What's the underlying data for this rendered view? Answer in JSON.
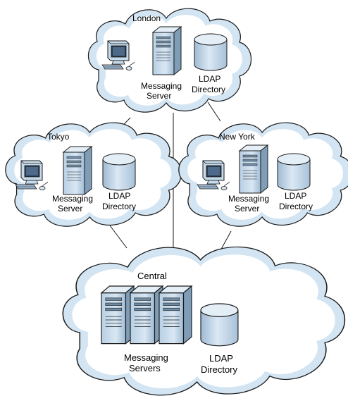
{
  "sites": {
    "london": {
      "name": "London",
      "server_label_1": "Messaging",
      "server_label_2": "Server",
      "ldap_label_1": "LDAP",
      "ldap_label_2": "Directory"
    },
    "tokyo": {
      "name": "Tokyo",
      "server_label_1": "Messaging",
      "server_label_2": "Server",
      "ldap_label_1": "LDAP",
      "ldap_label_2": "Directory"
    },
    "newyork": {
      "name": "New York",
      "server_label_1": "Messaging",
      "server_label_2": "Server",
      "ldap_label_1": "LDAP",
      "ldap_label_2": "Directory"
    },
    "central": {
      "name": "Central",
      "server_label_1": "Messaging",
      "server_label_2": "Servers",
      "ldap_label_1": "LDAP",
      "ldap_label_2": "Directory"
    }
  },
  "colors": {
    "cloud_fill": "#d3e5f3",
    "device_fill": "#c5daea",
    "device_dark": "#7f9db7",
    "outline": "#1a1a1a"
  },
  "icons": [
    "workstation-icon",
    "server-icon",
    "ldap-database-icon",
    "cloud-shape"
  ]
}
